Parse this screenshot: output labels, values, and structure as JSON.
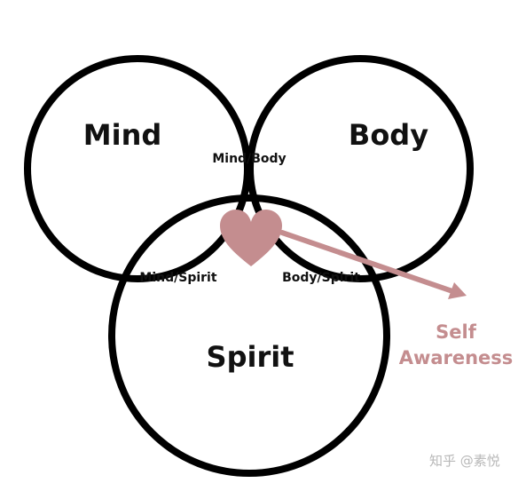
{
  "labels": {
    "mind": "Mind",
    "body": "Body",
    "spirit": "Spirit",
    "mind_body": "Mind/Body",
    "mind_spirit": "Mind/Spirit",
    "body_spirit": "Body/Spirit",
    "self_line1": "Self",
    "self_line2": "Awareness"
  },
  "watermark": "知乎 @素悦",
  "colors": {
    "stroke": "#000000",
    "accent": "#c48d8f",
    "text": "#111111"
  },
  "icons": {
    "center": "heart-icon",
    "pointer": "arrow-icon"
  }
}
